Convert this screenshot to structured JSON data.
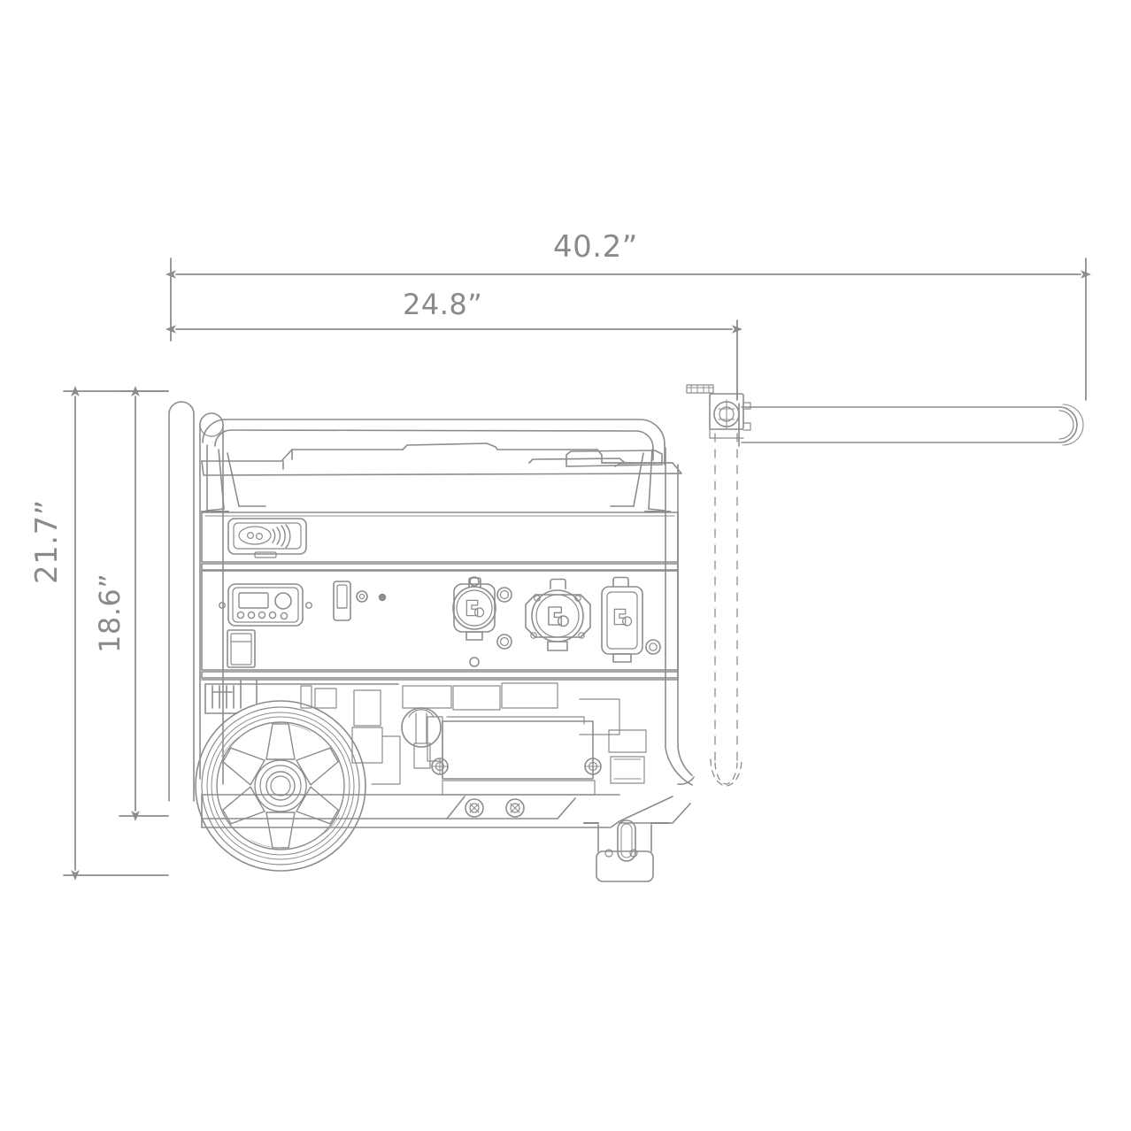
{
  "drawing": {
    "subject": "portable-generator-side-view-dimension-drawing",
    "view": "side elevation",
    "units": "inches",
    "line_color": "#8c8c8c",
    "accent_color": "#8a8a8a",
    "background_color": "#ffffff",
    "fill_color": "#ffffff"
  },
  "dimensions": {
    "overall_length": {
      "label": "40.2”",
      "value": 40.2,
      "unit": "in",
      "orientation": "horizontal",
      "description": "overall length including folded tow handle"
    },
    "body_length": {
      "label": "24.8”",
      "value": 24.8,
      "unit": "in",
      "orientation": "horizontal",
      "description": "frame body length without handle"
    },
    "overall_height": {
      "label": "21.7”",
      "value": 21.7,
      "unit": "in",
      "orientation": "vertical",
      "description": "overall height to top of lift bar"
    },
    "body_height": {
      "label": "18.6”",
      "value": 18.6,
      "unit": "in",
      "orientation": "vertical",
      "description": "height to bottom of wheel axle line"
    }
  },
  "components": {
    "fuel_tank": "fuel-tank",
    "fuel_cap": "fuel-cap",
    "lift_bar": "top-lift-bar",
    "upper_housing": "upper-housing-panel",
    "control_panel": "control-panel",
    "hour_meter": "digital-hour-meter",
    "circuit_breaker": "circuit-breaker-switch",
    "remote_receiver": "remote-start-receiver",
    "outlet_twistlock_small": "twist-lock-outlet-small",
    "outlet_twistlock_large": "twist-lock-outlet-large",
    "outlet_duplex": "duplex-outlet",
    "ground_lug": "ground-lug",
    "wheel": "transport-wheel",
    "engine_block": "engine-block",
    "muffler": "muffler",
    "frame_rail": "frame-rail",
    "support_foot": "support-foot",
    "tow_handle": "folding-tow-handle",
    "handle_pivot": "handle-pivot-bracket",
    "handle_grip": "handle-grip-end",
    "frame_leg_front": "front-frame-leg",
    "frame_leg_rear": "rear-frame-leg"
  }
}
